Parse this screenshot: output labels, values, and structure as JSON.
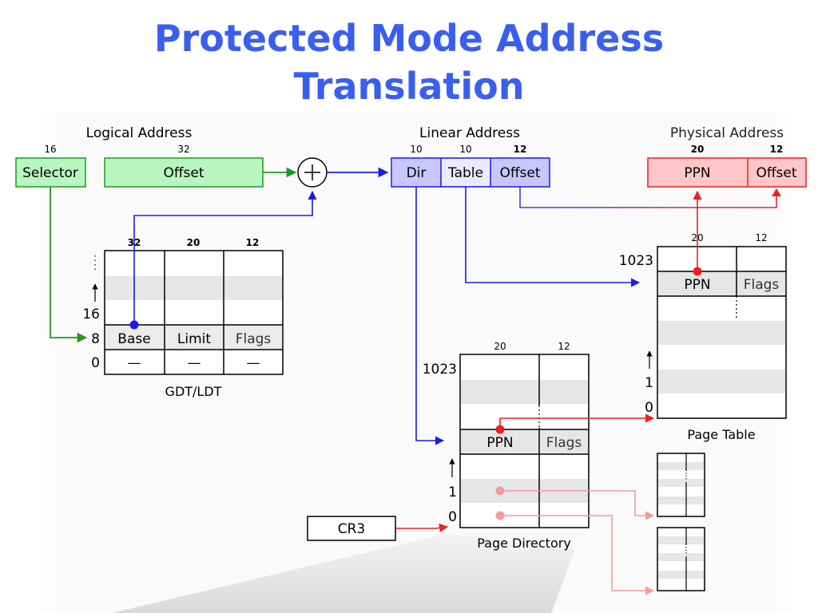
{
  "slide": {
    "title_line1": "Protected Mode Address",
    "title_line2": "Translation"
  },
  "logical": {
    "heading": "Logical Address",
    "selector": {
      "bits": "16",
      "label": "Selector"
    },
    "offset": {
      "bits": "32",
      "label": "Offset"
    }
  },
  "linear": {
    "heading": "Linear Address",
    "dir": {
      "bits": "10",
      "label": "Dir"
    },
    "table": {
      "bits": "10",
      "label": "Table"
    },
    "offset": {
      "bits": "12",
      "label": "Offset"
    }
  },
  "physical": {
    "heading": "Physical Address",
    "ppn": {
      "bits": "20",
      "label": "PPN"
    },
    "offset": {
      "bits": "12",
      "label": "Offset"
    }
  },
  "gdt": {
    "caption": "GDT/LDT",
    "col_bits": [
      "32",
      "20",
      "12"
    ],
    "row_index_16": "16",
    "row_index_8": "8",
    "row_index_0": "0",
    "base": "Base",
    "limit": "Limit",
    "flags": "Flags",
    "dash": "—"
  },
  "page_table": {
    "caption": "Page Table",
    "col_bits": [
      "20",
      "12"
    ],
    "index_1023": "1023",
    "index_1": "1",
    "index_0": "0",
    "ppn": "PPN",
    "flags": "Flags"
  },
  "page_directory": {
    "caption": "Page Directory",
    "col_bits": [
      "20",
      "12"
    ],
    "index_1023": "1023",
    "index_1": "1",
    "index_0": "0",
    "ppn": "PPN",
    "flags": "Flags"
  },
  "cr3": {
    "label": "CR3"
  },
  "adder": {
    "symbol": "+"
  },
  "colors": {
    "title": "#3a5fef",
    "green": "#1e9a1e",
    "green_fill": "#b8f5c0",
    "blue": "#1a1aee",
    "blue_fill": "#c8c6fa",
    "red": "#ee1f1f",
    "red_fill": "#ffc7c7",
    "pink": "#f39a9a",
    "purple": "#9040d0",
    "row_gray": "#e6e6e6"
  }
}
